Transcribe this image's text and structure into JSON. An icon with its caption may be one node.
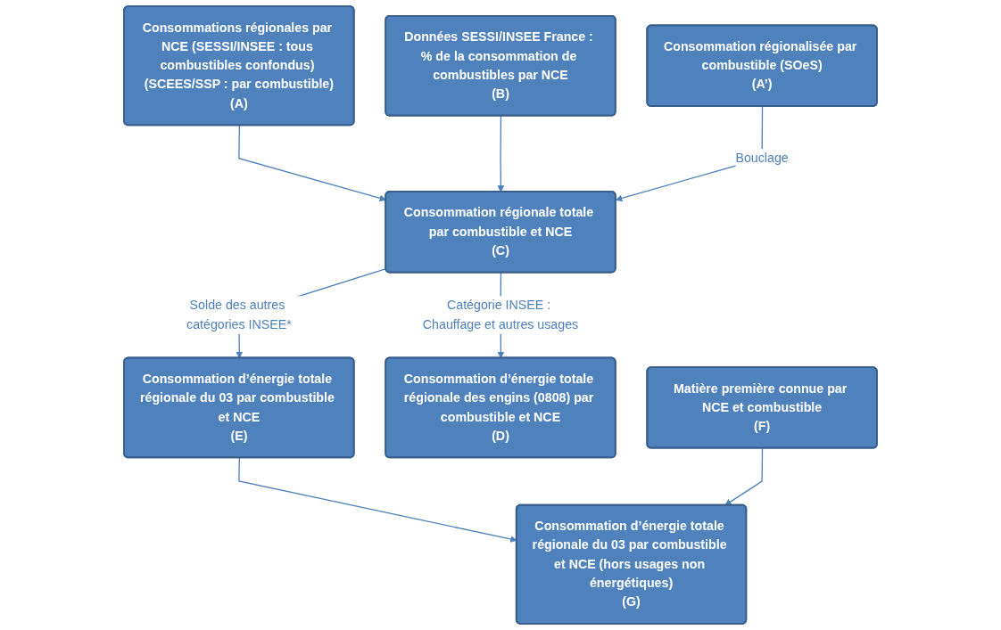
{
  "diagram": {
    "nodes": [
      {
        "text": [
          "Consommations régionales par NCE (SESSI/INSEE : tous combustibles confondus) (SCEES/SSP : par combustible)",
          "(A)"
        ]
      },
      {
        "text": [
          "Données SESSI/INSEE France : % de la consommation de combustibles par NCE",
          "(B)"
        ]
      },
      {
        "text": [
          "Consommation régionale totale par combustible et NCE",
          "(C)"
        ]
      },
      {
        "text": [
          "Consommation régionalisée par combustible (SOeS)",
          "(A’)"
        ]
      },
      {
        "text": [
          "Consommation d’énergie totale régionale du 03 par combustible et NCE",
          "(E)"
        ]
      },
      {
        "text": [
          "Consommation d’énergie totale régionale des engins (0808) par combustible et NCE",
          "(D)"
        ]
      },
      {
        "text": [
          "Matière première connue par NCE et combustible",
          "(F)"
        ]
      },
      {
        "text": [
          "Consommation d’énergie totale régionale du 03 par combustible et NCE (hors usages non énergétiques)",
          "(G)"
        ]
      }
    ],
    "edges": [
      {
        "from": 0,
        "to": 2,
        "arrow": "to"
      },
      {
        "from": 1,
        "to": 2,
        "arrow": "to"
      },
      {
        "from": 3,
        "to": 2,
        "arrow": "to",
        "label": "Bouclage"
      },
      {
        "from": 2,
        "to": 4,
        "arrow": "to",
        "label": "Solde des autres catégories INSEE*"
      },
      {
        "from": 2,
        "to": 5,
        "arrow": "to",
        "label": "Catégorie INSEE : Chauffage et autres usages"
      },
      {
        "from": 4,
        "to": 7,
        "arrow": "to"
      },
      {
        "from": 6,
        "to": 7,
        "arrow": "to"
      }
    ]
  }
}
